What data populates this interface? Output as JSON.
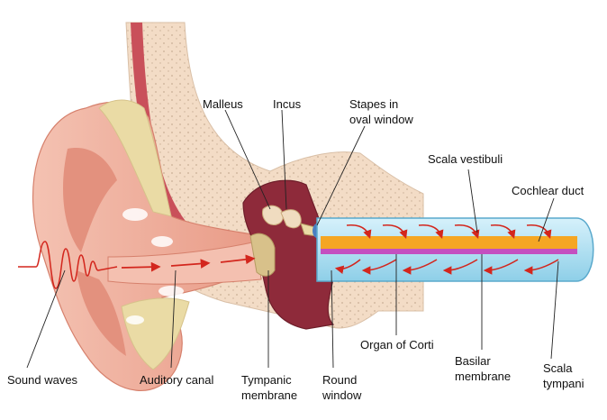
{
  "labels": {
    "malleus": "Malleus",
    "incus": "Incus",
    "stapes_line1": "Stapes in",
    "stapes_line2": "oval window",
    "scala_vestibuli": "Scala vestibuli",
    "cochlear_duct": "Cochlear duct",
    "sound_waves": "Sound waves",
    "auditory_canal": "Auditory canal",
    "tympanic_line1": "Tympanic",
    "tympanic_line2": "membrane",
    "round_line1": "Round",
    "round_line2": "window",
    "organ_of_corti": "Organ of Corti",
    "basilar_line1": "Basilar",
    "basilar_line2": "membrane",
    "scala_tympani_line1": "Scala",
    "scala_tympani_line2": "tympani"
  },
  "colors": {
    "skin": "#f0b6a4",
    "skin_dark": "#e08f7b",
    "bone": "#f3dcc6",
    "bone_dot": "#c9ae95",
    "cartilage": "#eadba5",
    "middle_ear": "#8e2a3a",
    "cochlea_blue": "#b9e5f5",
    "cochlea_orange": "#f5a623",
    "basilar_purple": "#c44fc0",
    "arrow_red": "#d3261d"
  }
}
